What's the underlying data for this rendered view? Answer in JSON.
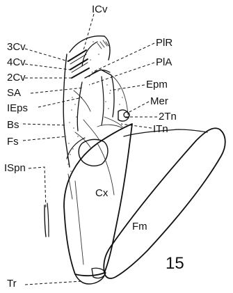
{
  "figure": {
    "number": "15",
    "labels": {
      "ICv": "ICv",
      "3Cv": "3Cv",
      "4Cv": "4Cv",
      "2Cv": "2Cv",
      "SA": "SA",
      "IEps": "IEps",
      "Bs": "Bs",
      "Fs": "Fs",
      "ISpn": "ISpn",
      "PlR": "PlR",
      "PlA": "PlA",
      "Epm": "Epm",
      "Mer": "Mer",
      "2Tn": "2Tn",
      "ITn": "ITn",
      "Cx": "Cx",
      "Fm": "Fm",
      "Tr": "Tr"
    }
  }
}
